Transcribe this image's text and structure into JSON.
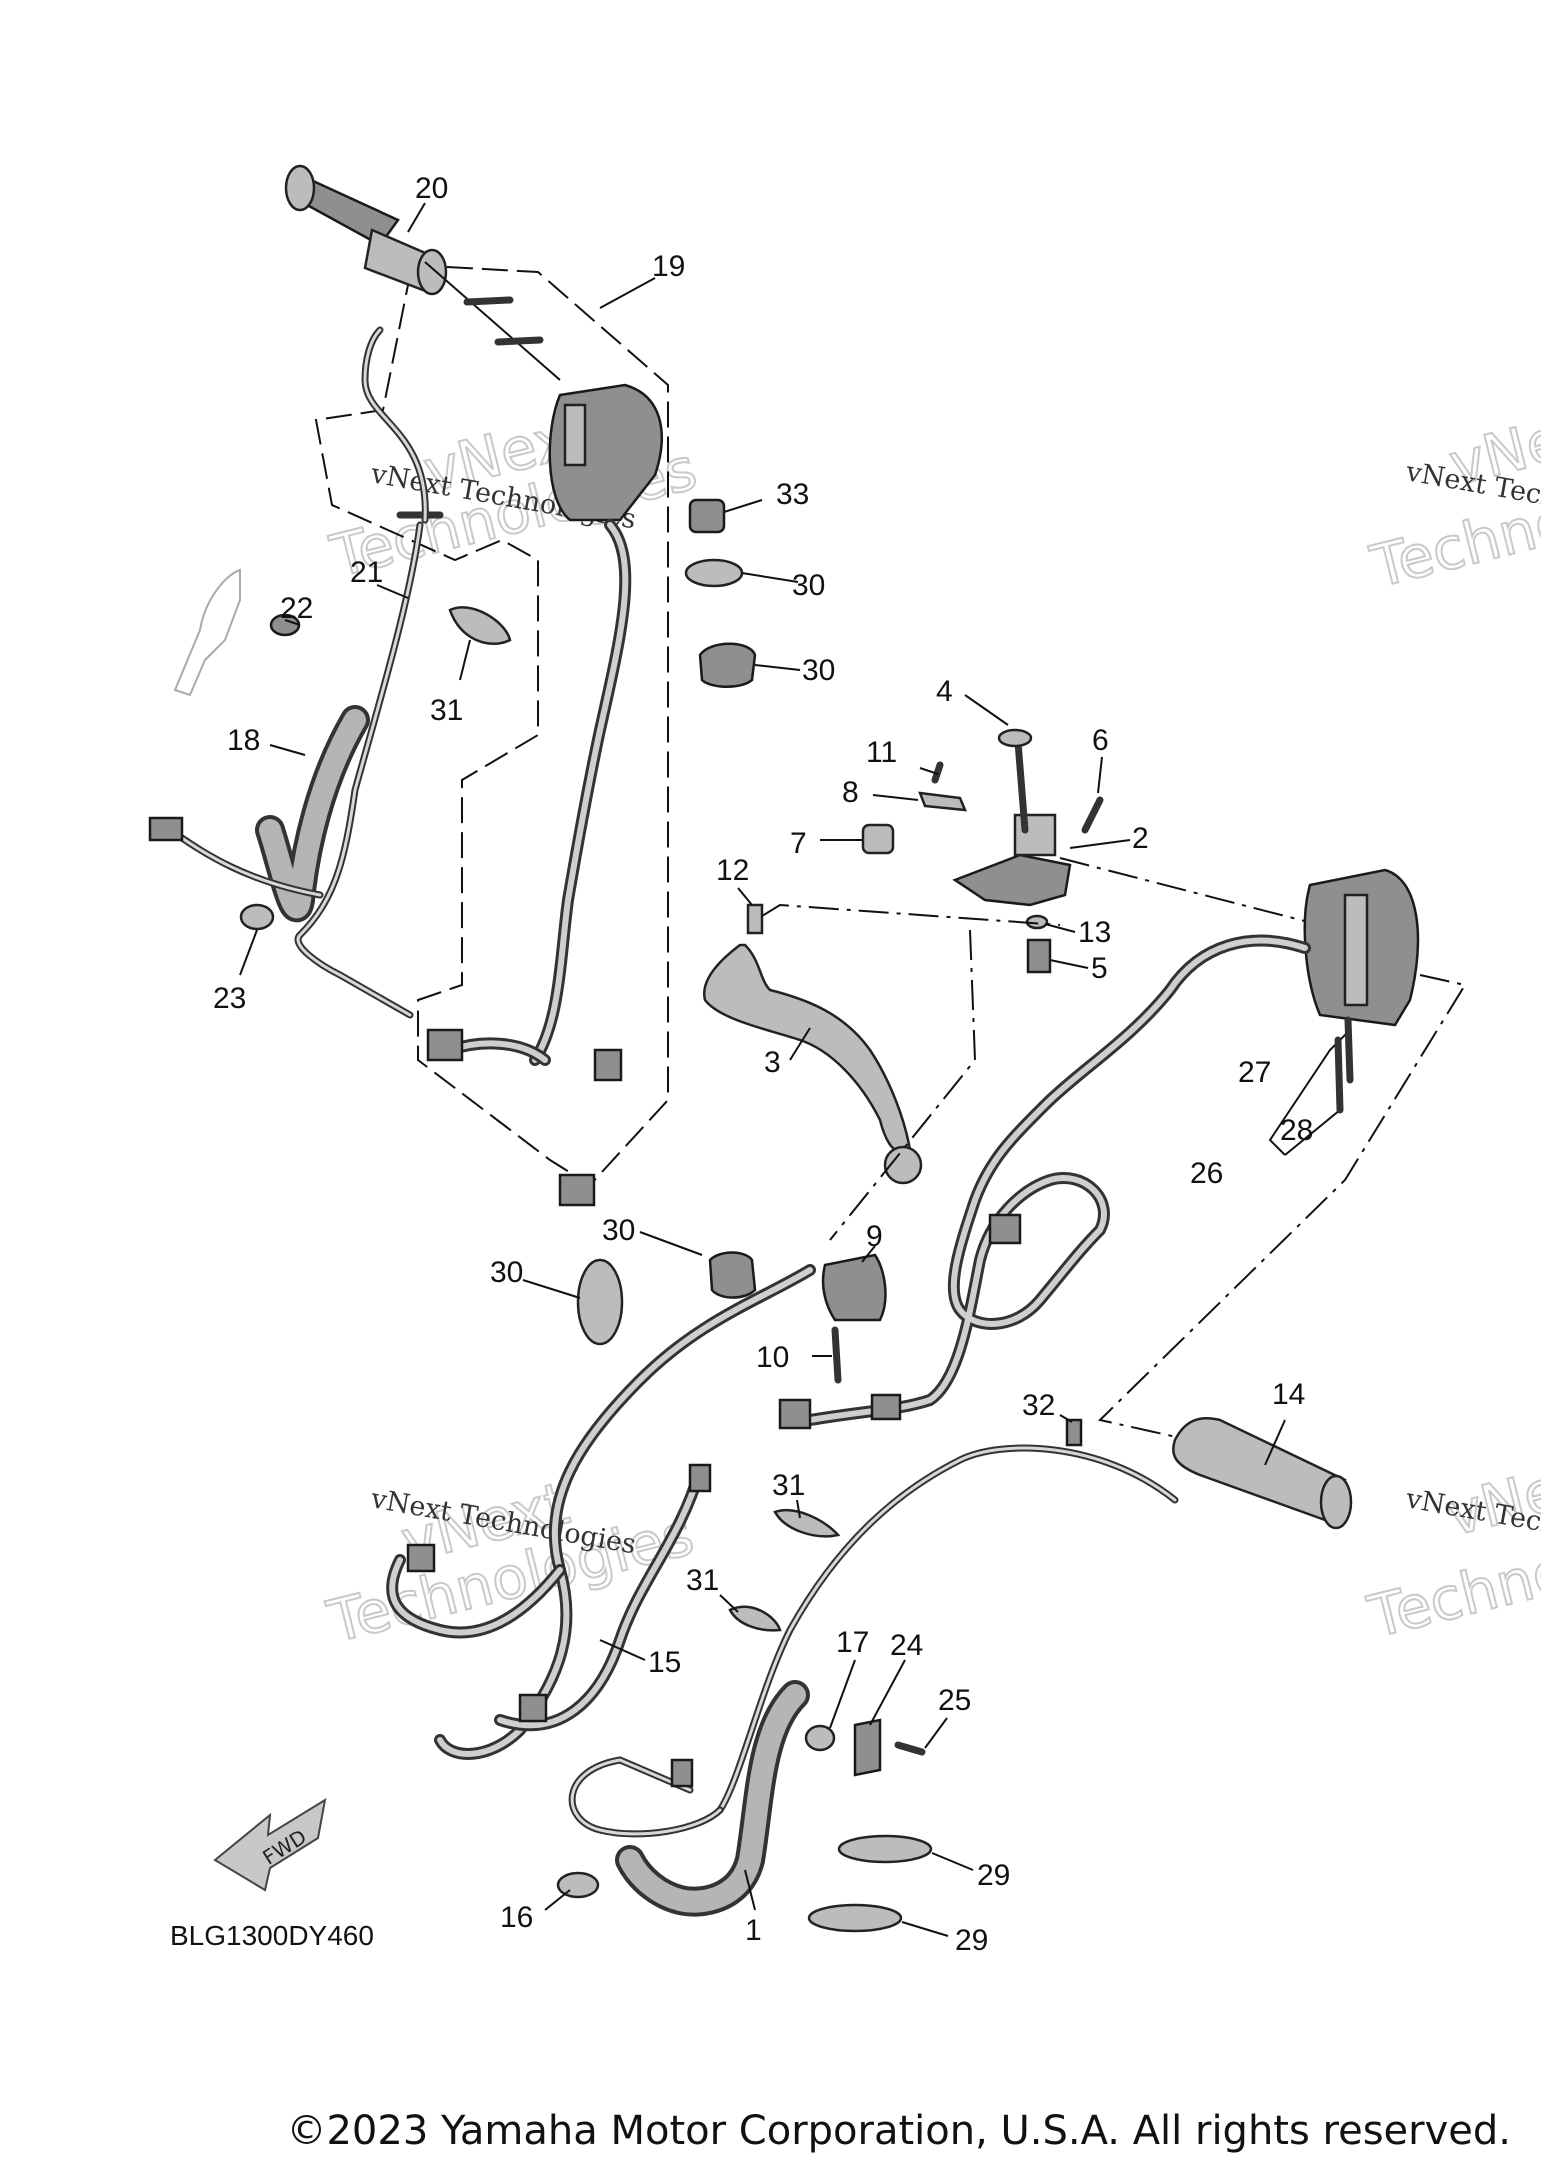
{
  "diagram": {
    "part_callouts": [
      {
        "id": "c1",
        "text": "1"
      },
      {
        "id": "c2",
        "text": "2"
      },
      {
        "id": "c3",
        "text": "3"
      },
      {
        "id": "c4",
        "text": "4"
      },
      {
        "id": "c5",
        "text": "5"
      },
      {
        "id": "c6",
        "text": "6"
      },
      {
        "id": "c7",
        "text": "7"
      },
      {
        "id": "c8",
        "text": "8"
      },
      {
        "id": "c9",
        "text": "9"
      },
      {
        "id": "c10",
        "text": "10"
      },
      {
        "id": "c11",
        "text": "11"
      },
      {
        "id": "c12",
        "text": "12"
      },
      {
        "id": "c13",
        "text": "13"
      },
      {
        "id": "c14",
        "text": "14"
      },
      {
        "id": "c15",
        "text": "15"
      },
      {
        "id": "c16",
        "text": "16"
      },
      {
        "id": "c17",
        "text": "17"
      },
      {
        "id": "c18",
        "text": "18"
      },
      {
        "id": "c19",
        "text": "19"
      },
      {
        "id": "c20",
        "text": "20"
      },
      {
        "id": "c21",
        "text": "21"
      },
      {
        "id": "c22",
        "text": "22"
      },
      {
        "id": "c23",
        "text": "23"
      },
      {
        "id": "c24",
        "text": "24"
      },
      {
        "id": "c25",
        "text": "25"
      },
      {
        "id": "c26",
        "text": "26"
      },
      {
        "id": "c27",
        "text": "27"
      },
      {
        "id": "c28",
        "text": "28"
      },
      {
        "id": "c29a",
        "text": "29"
      },
      {
        "id": "c29b",
        "text": "29"
      },
      {
        "id": "c30a",
        "text": "30"
      },
      {
        "id": "c30b",
        "text": "30"
      },
      {
        "id": "c30c",
        "text": "30"
      },
      {
        "id": "c30d",
        "text": "30"
      },
      {
        "id": "c31a",
        "text": "31"
      },
      {
        "id": "c31b",
        "text": "31"
      },
      {
        "id": "c31c",
        "text": "31"
      },
      {
        "id": "c32",
        "text": "32"
      },
      {
        "id": "c33",
        "text": "33"
      }
    ],
    "figure_code": "BLG1300DY460",
    "fwd_arrow_text": "FWD",
    "watermark_line1": "vNext Technologies",
    "watermark_line2": "vNext",
    "watermark_line3": "Technologies"
  },
  "copyright": "©2023 Yamaha Motor Corporation, U.S.A. All rights reserved."
}
